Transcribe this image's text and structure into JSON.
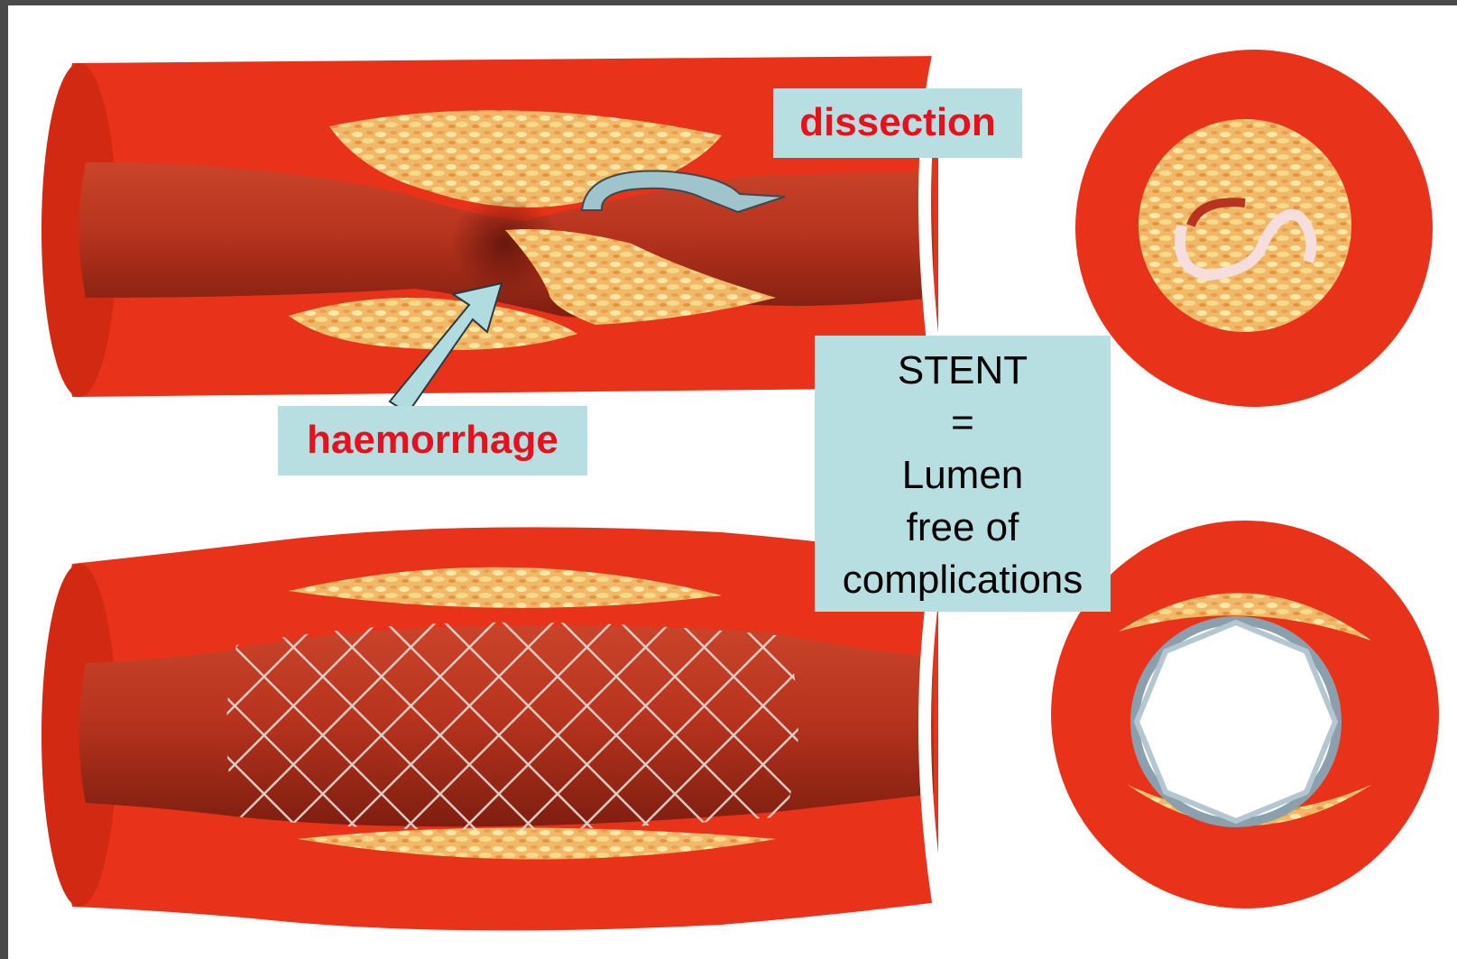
{
  "labels": {
    "dissection": "dissection",
    "haemorrhage": "haemorrhage",
    "stent": [
      "STENT",
      "=",
      "Lumen",
      "free of",
      "complications"
    ]
  },
  "colors": {
    "vessel_red": "#e8331a",
    "lumen_dark": "#9e2a16",
    "plaque_yellow": "#f2d27a",
    "label_bg": "#b7dfe2",
    "label_red_text": "#e8101c",
    "stent_mesh": "#e8ddd6"
  }
}
